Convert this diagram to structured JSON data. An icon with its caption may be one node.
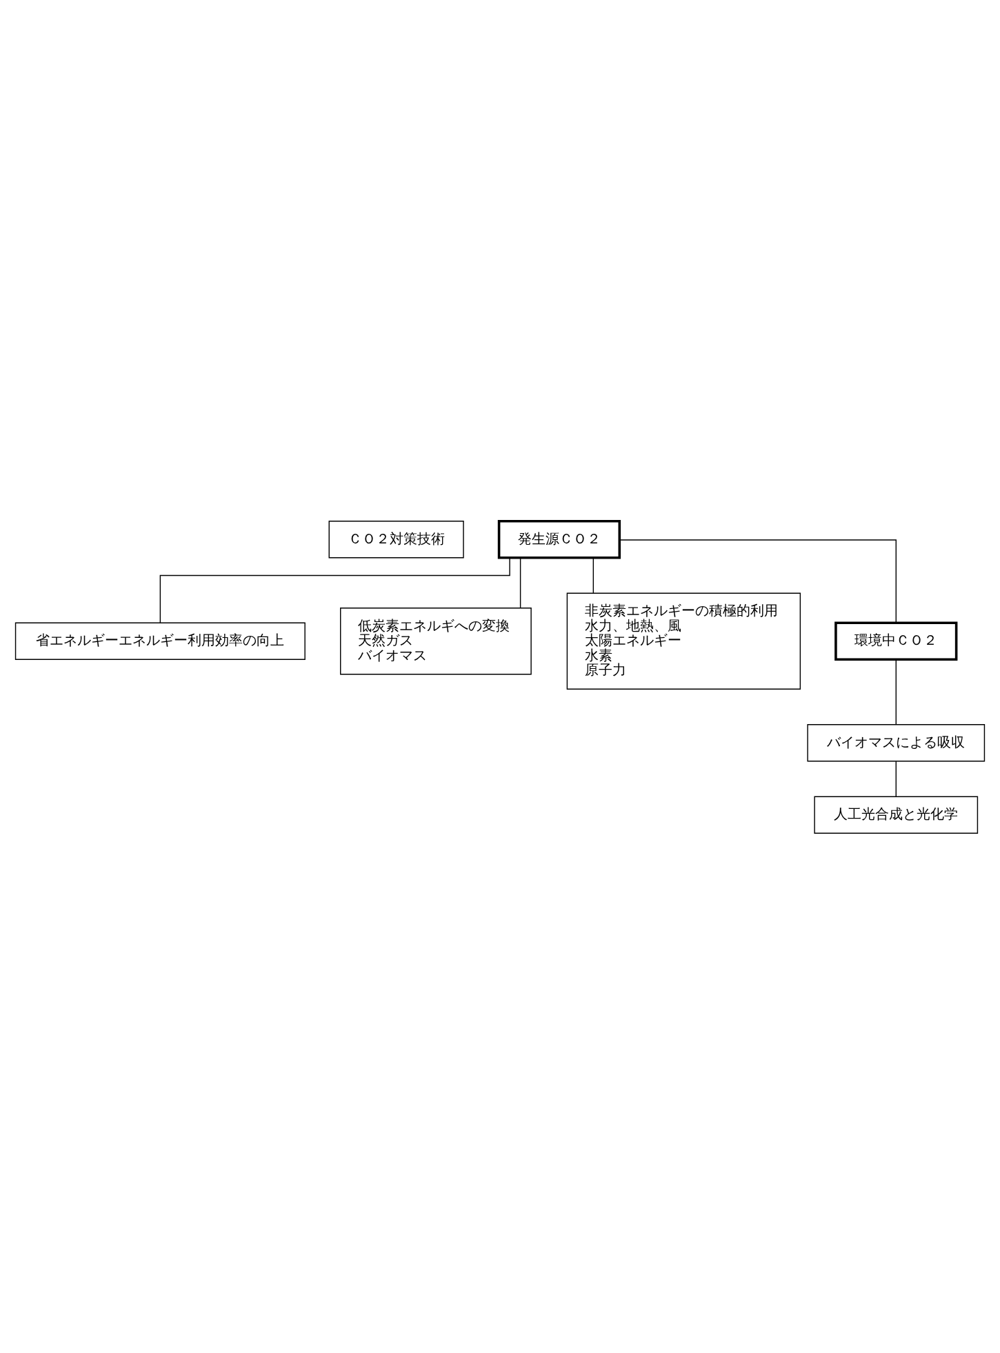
{
  "diagram": {
    "nodes": [
      {
        "text": [
          "ＣＯ２対策技術"
        ]
      },
      {
        "text": [
          "省エネルギーエネルギー利用効率の向上"
        ]
      },
      {
        "text": [
          "発生源ＣＯ２"
        ]
      },
      {
        "text": [
          "低炭素エネルギへの変換",
          "天然ガス",
          "バイオマス"
        ]
      },
      {
        "text": [
          "非炭素エネルギーの積極的利用",
          "水力、地熱、風",
          "太陽エネルギー",
          "水素",
          "原子力"
        ]
      },
      {
        "text": [
          "環境中ＣＯ２"
        ]
      },
      {
        "text": [
          "バイオマスによる吸収"
        ]
      },
      {
        "text": [
          "人工光合成と光化学"
        ]
      }
    ],
    "edges": [
      {
        "from": 2,
        "to": 1,
        "arrow": "none"
      },
      {
        "from": 2,
        "to": 3,
        "arrow": "none"
      },
      {
        "from": 2,
        "to": 4,
        "arrow": "none"
      },
      {
        "from": 2,
        "to": 5,
        "arrow": "none"
      },
      {
        "from": 5,
        "to": 6,
        "arrow": "none"
      },
      {
        "from": 6,
        "to": 7,
        "arrow": "none"
      }
    ]
  }
}
